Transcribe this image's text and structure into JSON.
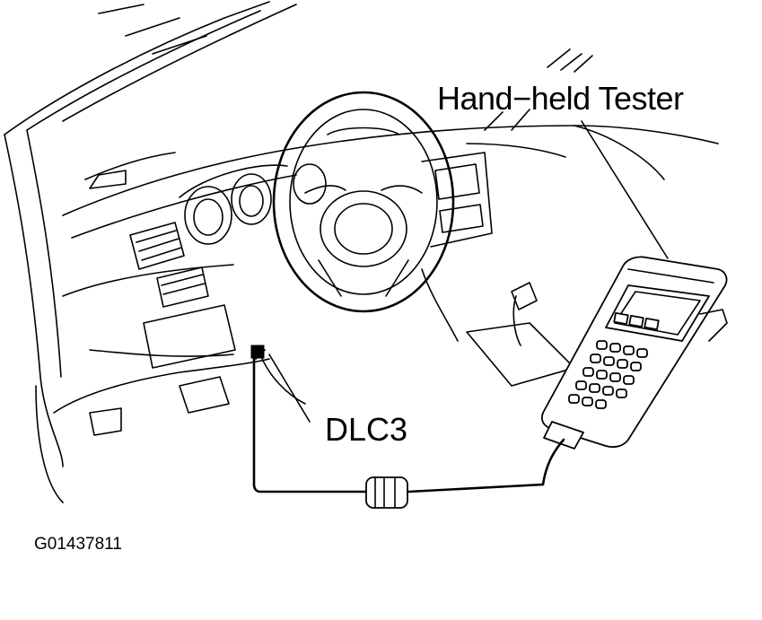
{
  "labels": {
    "hand_held_tester": "Hand−held Tester",
    "dlc3": "DLC3",
    "figure_id": "G01437811"
  },
  "colors": {
    "line": "#000000",
    "background": "#ffffff"
  }
}
